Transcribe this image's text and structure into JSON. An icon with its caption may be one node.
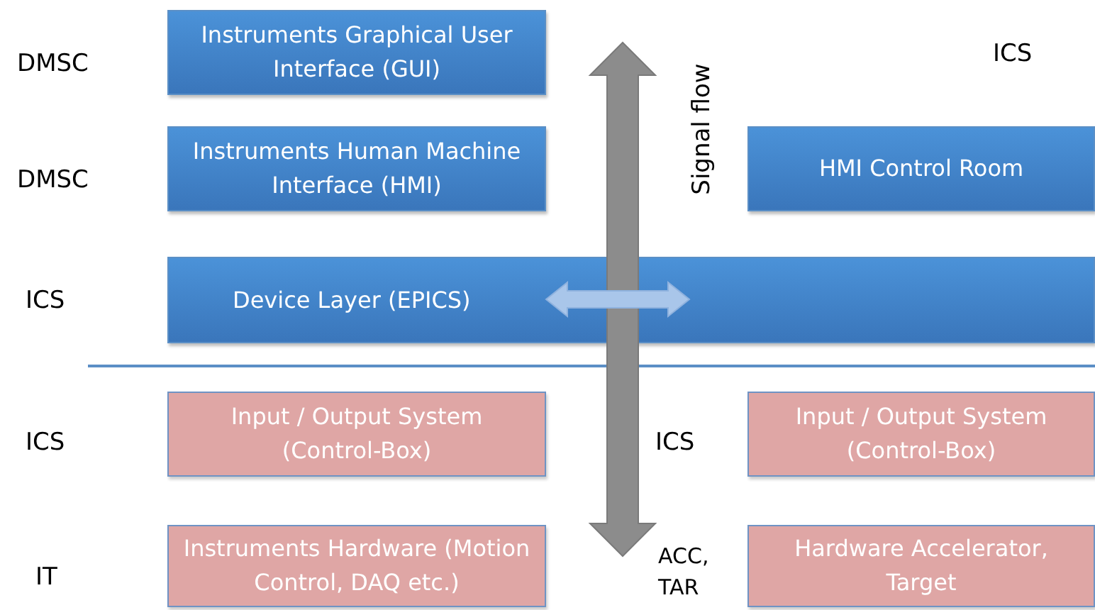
{
  "diagram": {
    "nodes": [
      {
        "text": [
          "Instruments Graphical User Interface (GUI)"
        ]
      },
      {
        "text": [
          "Instruments Human Machine Interface (HMI)"
        ]
      },
      {
        "text": [
          "HMI Control Room"
        ]
      },
      {
        "text": [
          "Device Layer (EPICS)"
        ]
      },
      {
        "text": [
          "Input / Output System (Control-Box)"
        ]
      },
      {
        "text": [
          "Input / Output System (Control-Box)"
        ]
      },
      {
        "text": [
          "Instruments Hardware (Motion Control, DAQ etc.)"
        ]
      },
      {
        "text": [
          "Hardware Accelerator, Target"
        ]
      }
    ],
    "edges": [],
    "labels": [
      "DMSC",
      "ICS",
      "DMSC",
      "Signal flow",
      "ICS",
      "ICS",
      "ICS",
      "IT",
      "ACC, TAR"
    ]
  }
}
